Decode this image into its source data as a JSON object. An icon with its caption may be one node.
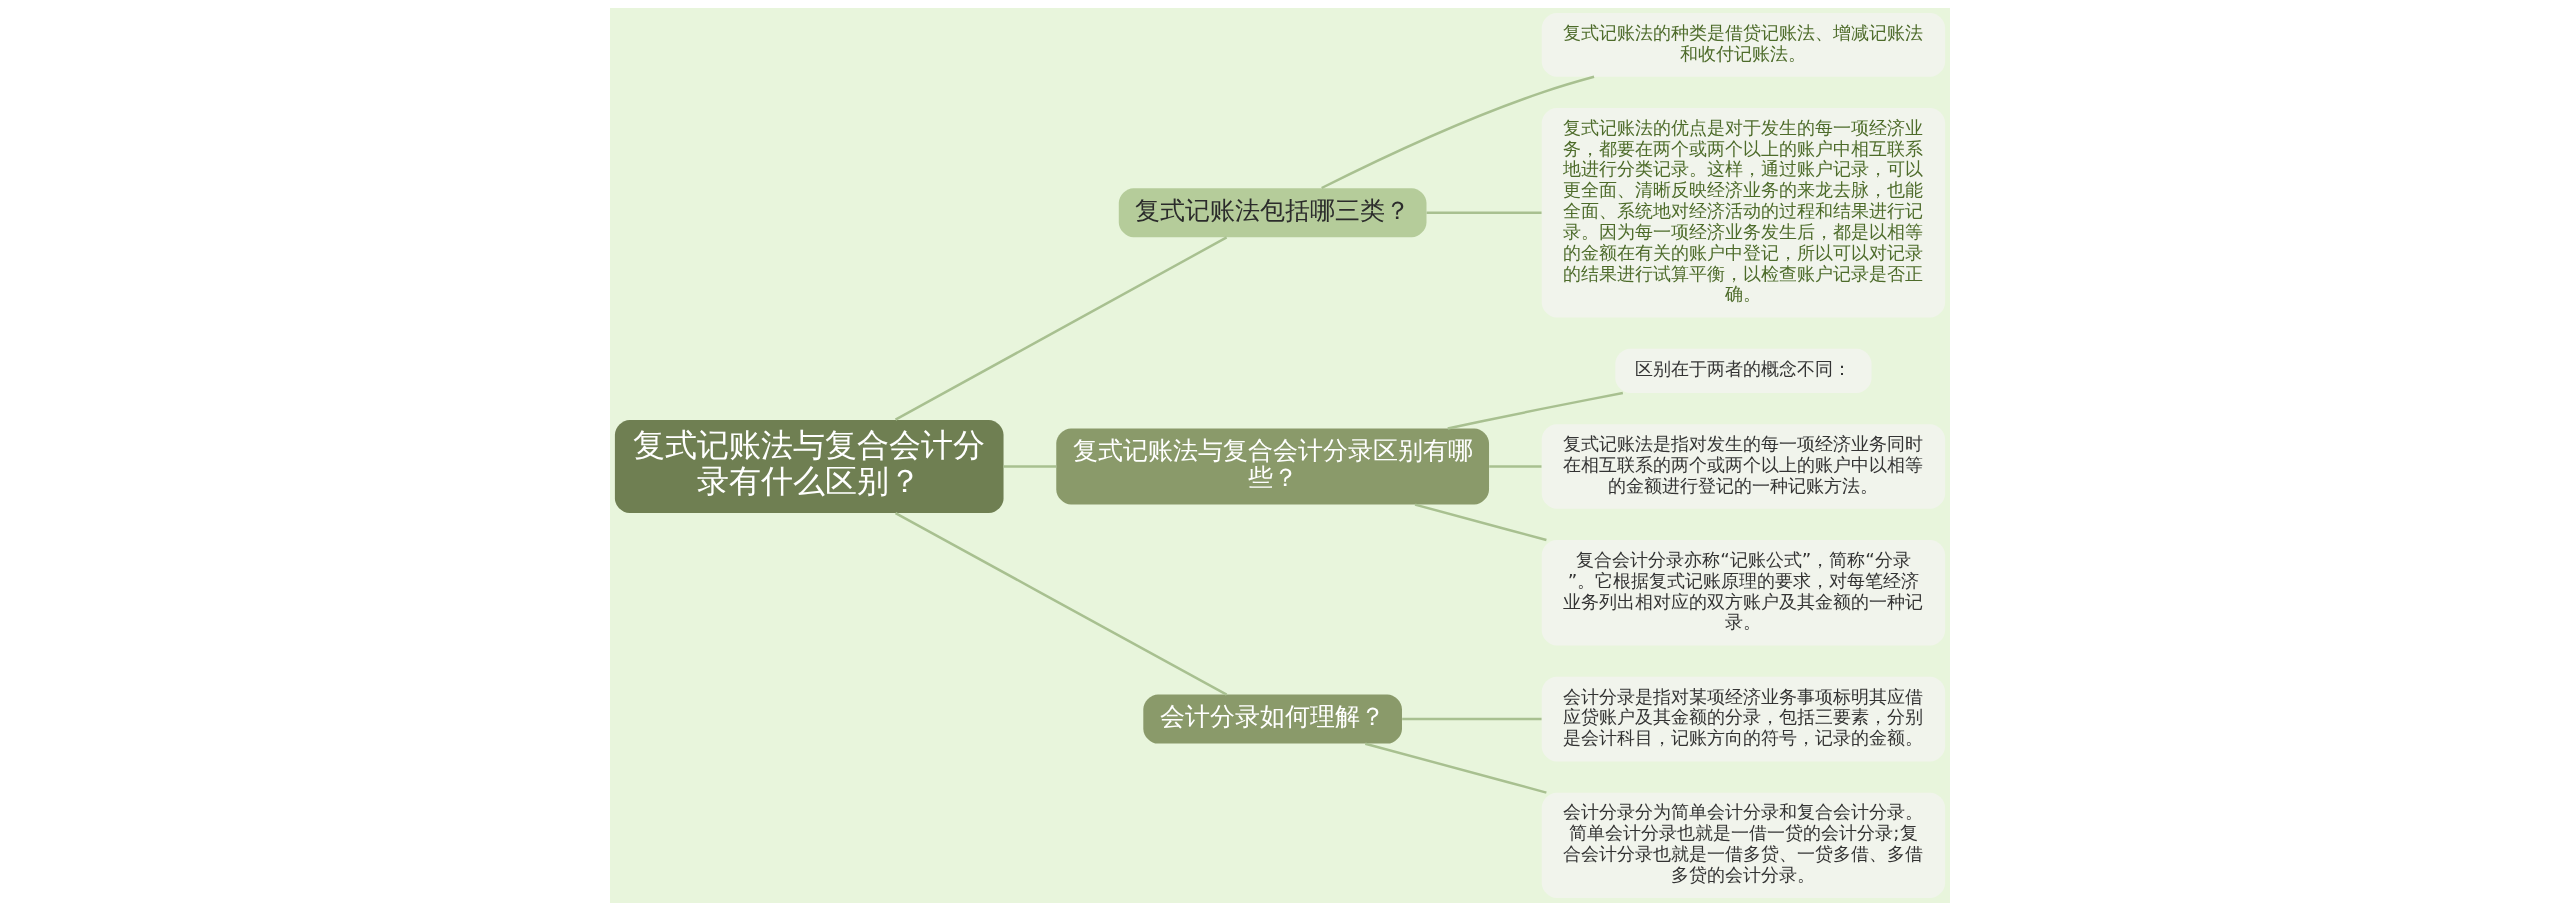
{
  "diagram": {
    "nodes": [
      {
        "text": [
          "复式记账法与复合会计分录有什么区别？"
        ]
      },
      {
        "text": [
          "复式记账法包括哪三类？"
        ]
      },
      {
        "text": [
          "复式记账法的种类是借贷记账法、增减记账法和收付记账法。"
        ]
      },
      {
        "text": [
          "复式记账法的优点是对于发生的每一项经济业务，都要在两个或两个以上的账户中相互联系地进行分类记录。这样，通过账户记录，可以更全面、清晰反映经济业务的来龙去脉，也能全面、系统地对经济活动的过程和结果进行记录。因为每一项经济业务发生后，都是以相等的金额在有关的账户中登记，所以可以对记录的结果进行试算平衡，以检查账户记录是否正确。"
        ]
      },
      {
        "text": [
          "复式记账法与复合会计分录区别有哪些？"
        ]
      },
      {
        "text": [
          "区别在于两者的概念不同："
        ]
      },
      {
        "text": [
          "复式记账法是指对发生的每一项经济业务同时在相互联系的两个或两个以上的账户中以相等的金额进行登记的一种记账方法。"
        ]
      },
      {
        "text": [
          "复合会计分录亦称“记账公式”，简称“分录”。它根据复式记账原理的要求，对每笔经济业务列出相对应的双方账户及其金额的一种记录。"
        ]
      },
      {
        "text": [
          "会计分录如何理解？"
        ]
      },
      {
        "text": [
          "会计分录是指对某项经济业务事项标明其应借应贷账户及其金额的分录，包括三要素，分别是会计科目，记账方向的符号，记录的金额。"
        ]
      },
      {
        "text": [
          "会计分录分为简单会计分录和复合会计分录。简单会计分录也就是一借一贷的会计分录;复合会计分录也就是一借多贷、一贷多借、多借多贷的会计分录。"
        ]
      }
    ],
    "edges": [
      {
        "from": 0,
        "to": 1,
        "arrow": "none"
      },
      {
        "from": 1,
        "to": 2,
        "arrow": "none"
      },
      {
        "from": 1,
        "to": 3,
        "arrow": "none"
      },
      {
        "from": 0,
        "to": 4,
        "arrow": "none"
      },
      {
        "from": 4,
        "to": 5,
        "arrow": "none"
      },
      {
        "from": 4,
        "to": 6,
        "arrow": "none"
      },
      {
        "from": 4,
        "to": 7,
        "arrow": "none"
      },
      {
        "from": 0,
        "to": 8,
        "arrow": "none"
      },
      {
        "from": 8,
        "to": 9,
        "arrow": "none"
      },
      {
        "from": 8,
        "to": 10,
        "arrow": "none"
      }
    ]
  }
}
